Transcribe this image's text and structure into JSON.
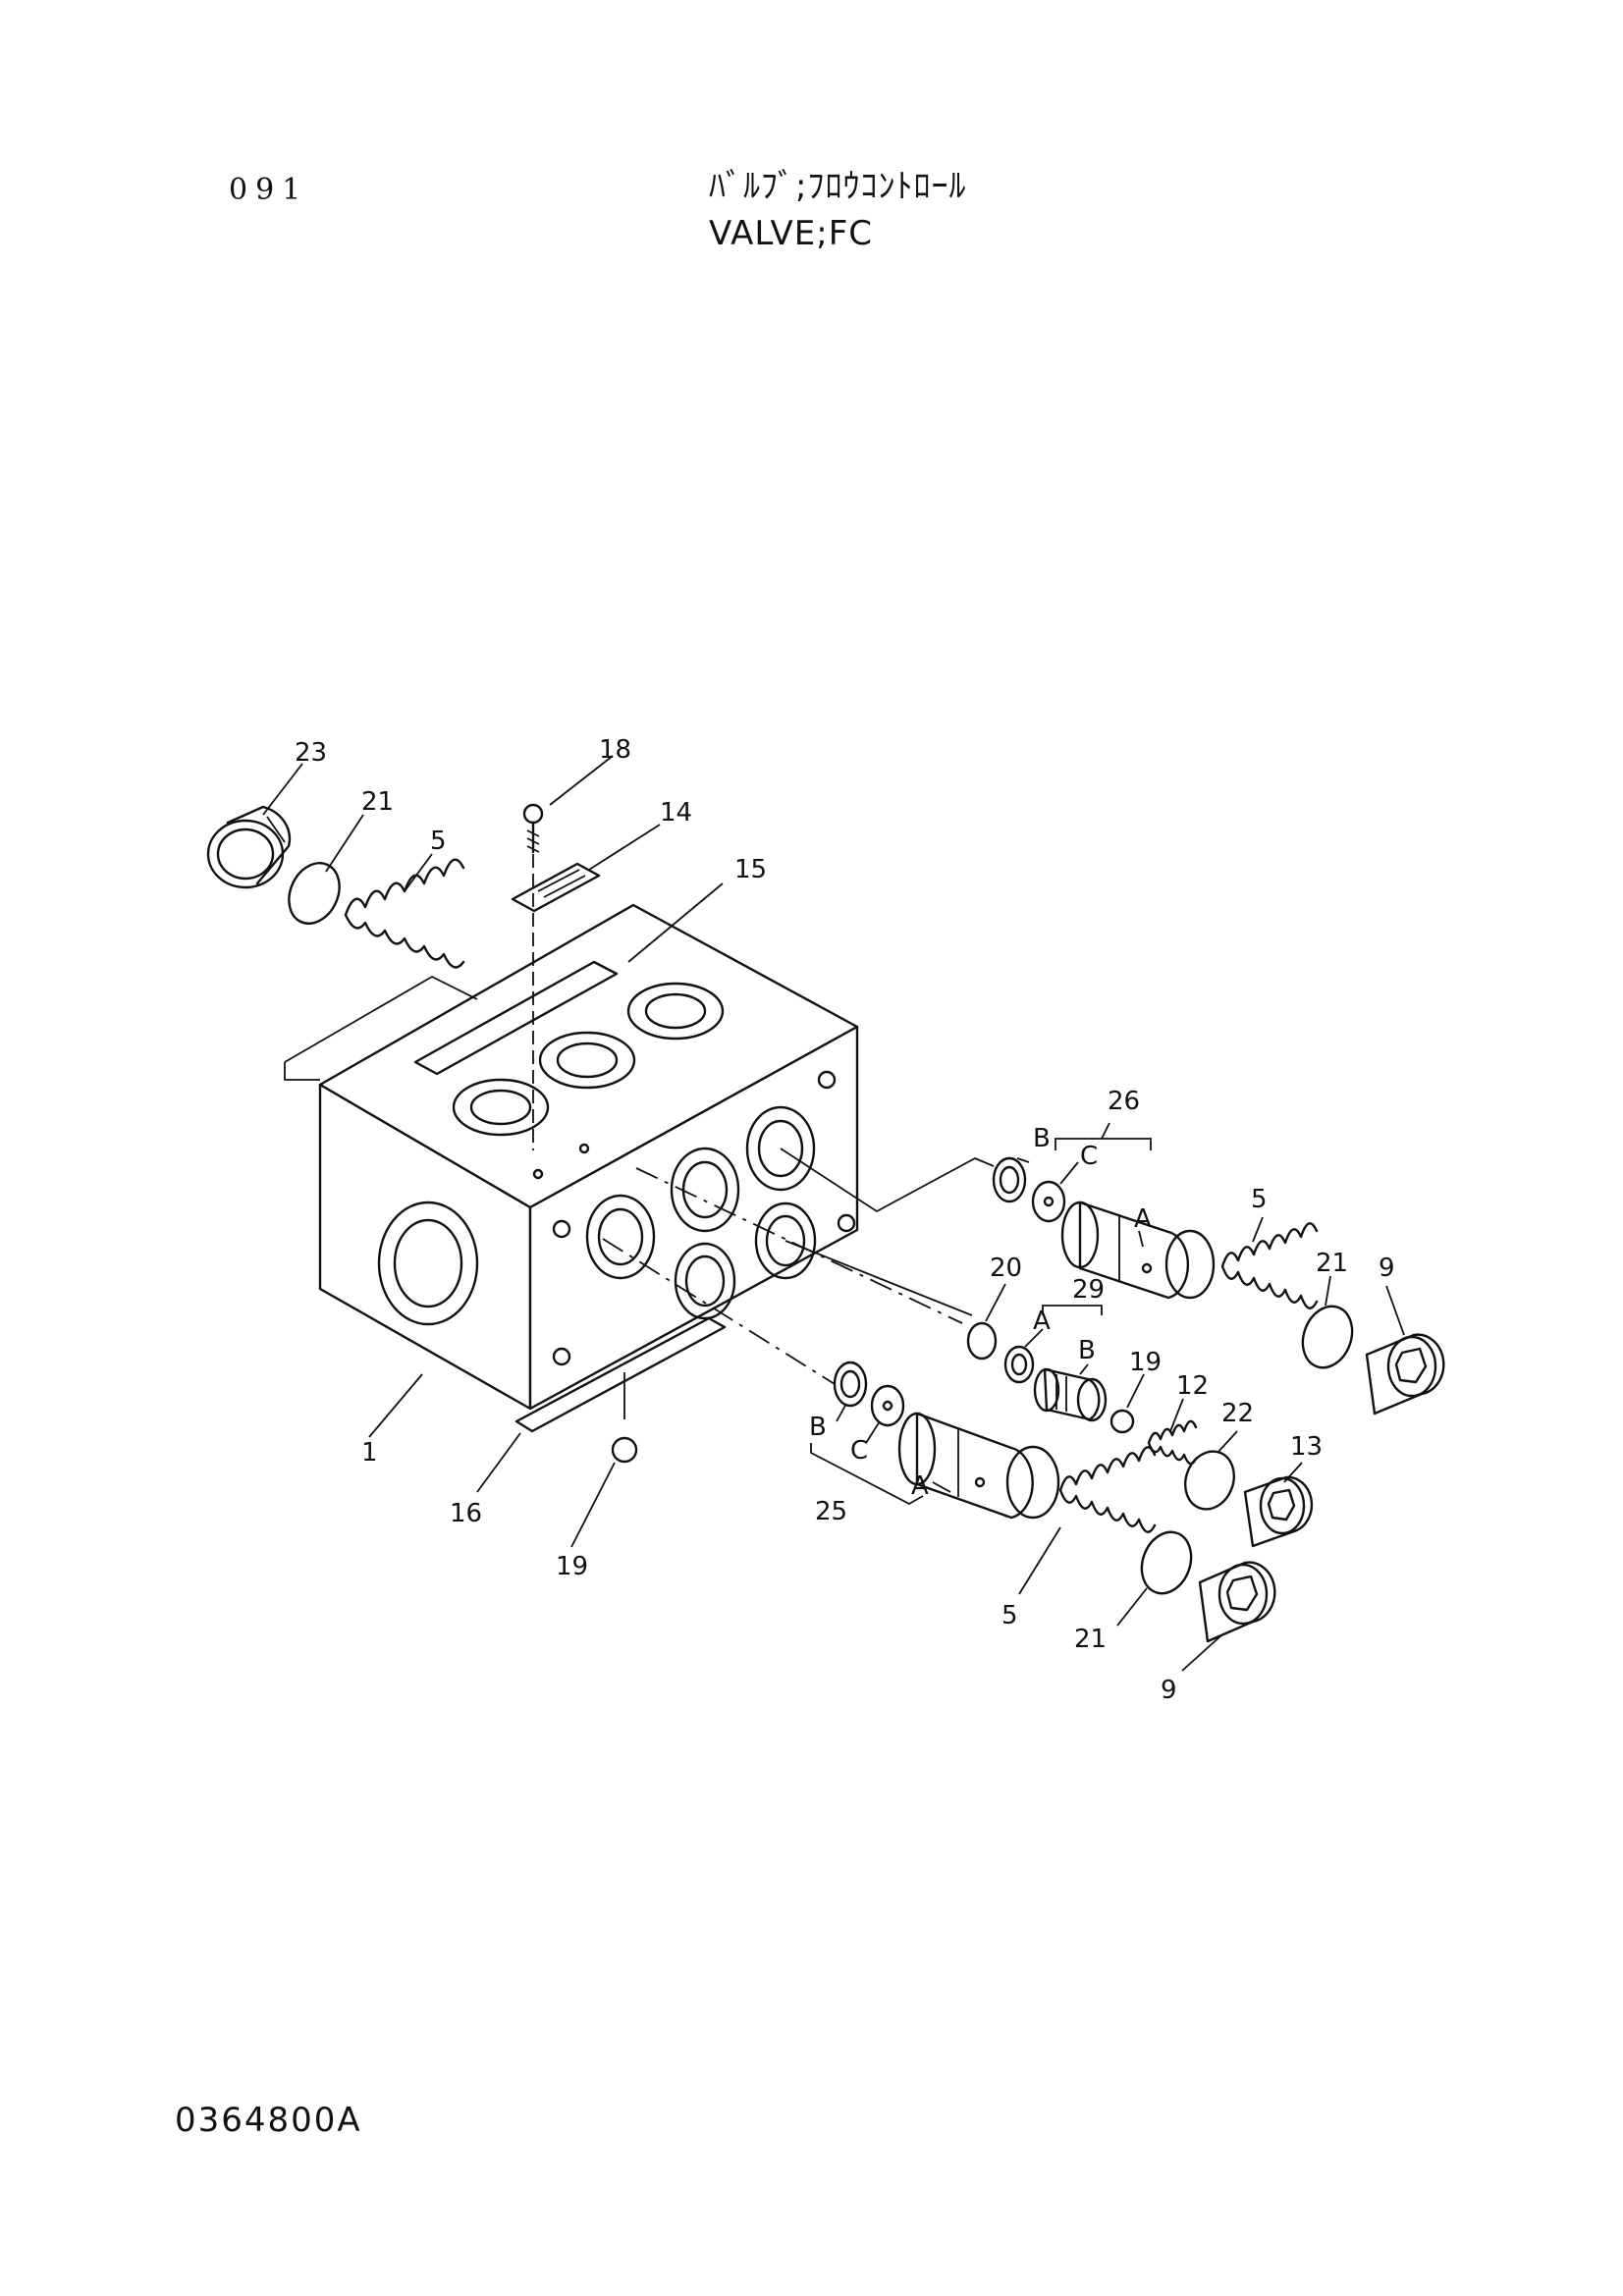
{
  "header": {
    "page_number": "091",
    "title_jp": "ﾊﾞﾙﾌﾞ;ﾌﾛｳｺﾝﾄﾛｰﾙ",
    "title_en": "VALVE;FC"
  },
  "footer": {
    "drawing_number": "0364800A"
  },
  "callouts": {
    "c1": "1",
    "c5a": "5",
    "c5b": "5",
    "c5c": "5",
    "c9a": "9",
    "c9b": "9",
    "c12": "12",
    "c13": "13",
    "c14": "14",
    "c15": "15",
    "c16": "16",
    "c18": "18",
    "c19a": "19",
    "c19b": "19",
    "c20": "20",
    "c21a": "21",
    "c21b": "21",
    "c21c": "21",
    "c22": "22",
    "c23": "23",
    "c25": "25",
    "c26": "26",
    "c29": "29",
    "a26": "A",
    "b26": "B",
    "cc26": "C",
    "a29": "A",
    "b29": "B",
    "a25": "A",
    "b25": "B",
    "cc25": "C"
  }
}
